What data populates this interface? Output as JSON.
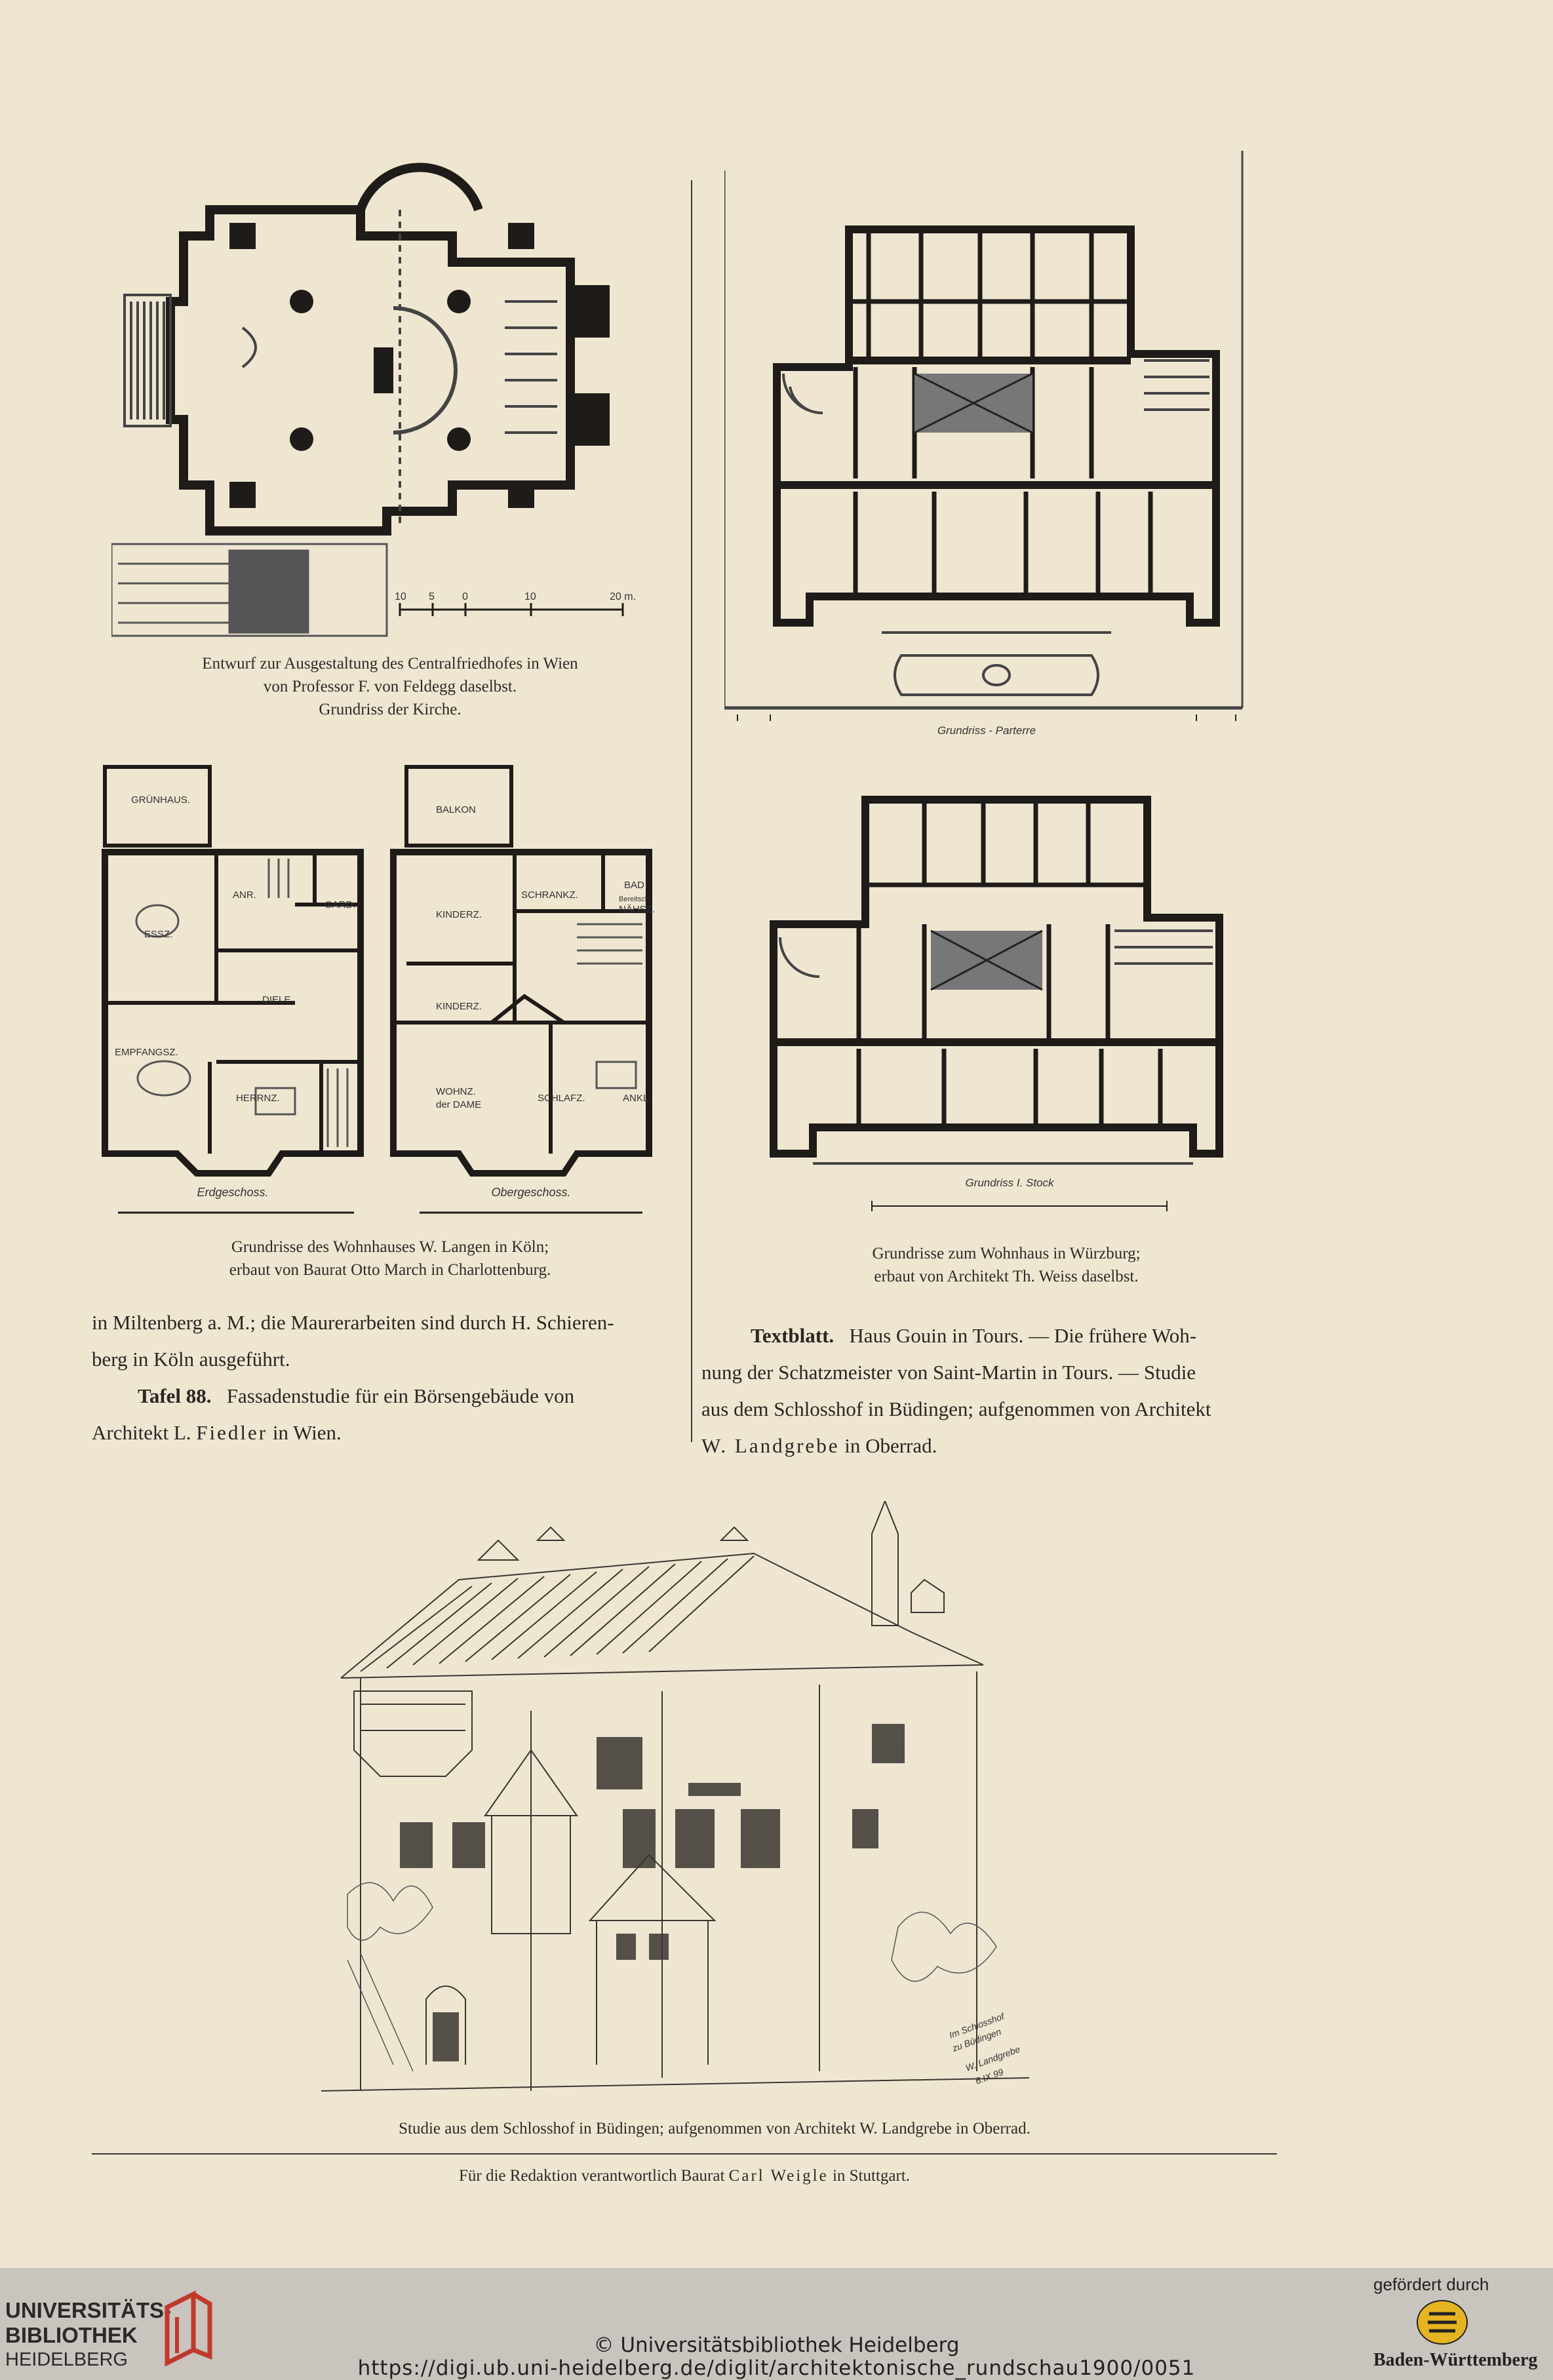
{
  "figures": {
    "church": {
      "caption_lines": [
        "Entwurf zur Ausgestaltung des Centralfriedhofes in Wien",
        "von Professor F. von Feldegg daselbst.",
        "Grundriss der Kirche."
      ],
      "scale_labels": [
        "10",
        "5",
        "0",
        "10",
        "20 m."
      ]
    },
    "langen": {
      "caption_lines": [
        "Grundrisse des Wohnhauses W. Langen in Köln;",
        "erbaut von Baurat Otto March in Charlottenburg."
      ],
      "ground_title": "Erdgeschoss.",
      "upper_title": "Obergeschoss.",
      "ground_rooms": [
        "GRÜNHAUS.",
        "ANR.",
        "GARD.",
        "ESSZ.",
        "DIELE.",
        "EMPFANGSZ.",
        "HERRNZ."
      ],
      "upper_rooms": [
        "BALKON",
        "KINDERZ.",
        "SCHRANKZ.",
        "BAD",
        "Bereitsch.",
        "NÄHSZ.",
        "KINDERZ.",
        "WOHNZ.",
        "der DAME",
        "SCHLAFZ.",
        "ANKL."
      ]
    },
    "weiss": {
      "caption_lines": [
        "Grundrisse zum Wohnhaus in Würzburg;",
        "erbaut von Architekt Th. Weiss daselbst."
      ],
      "upper_plan_label": "Grundriss - Parterre",
      "lower_plan_label": "Grundriss I. Stock"
    },
    "sketch": {
      "caption": "Studie aus dem Schlosshof in Büdingen; aufgenommen von Architekt W. Landgrebe in Oberrad.",
      "signature_lines": [
        "Im Schlosshof",
        "zu Büdingen",
        "W. Landgrebe",
        "6.IX.99"
      ]
    }
  },
  "text_left": {
    "line1": "in Miltenberg a. M.; die Maurerarbeiten sind durch H. Schieren-",
    "line2": "berg in Köln ausgeführt.",
    "plate_label": "Tafel 88.",
    "plate_text": "Fassadenstudie für ein Börsengebäude von",
    "architect_prefix": "Architekt L.",
    "architect_name": "Fiedler",
    "architect_suffix": "in Wien."
  },
  "text_right": {
    "label": "Textblatt.",
    "line1": "Haus Gouin in Tours. — Die frühere Woh-",
    "line2": "nung der Schatzmeister von Saint-Martin in Tours. — Studie",
    "line3": "aus dem Schlosshof in Büdingen; aufgenommen von Architekt",
    "name": "W. Landgrebe",
    "line4_suffix": "in Oberrad."
  },
  "editor_note": {
    "prefix": "Für die Redaktion verantwortlich Baurat",
    "name": "Carl Weigle",
    "suffix": "in Stuttgart."
  },
  "footer": {
    "logo_line1": "UNIVERSITÄTS-",
    "logo_line2": "BIBLIOTHEK",
    "logo_line3": "HEIDELBERG",
    "copyright": "© Universitätsbibliothek Heidelberg",
    "url": "https://digi.ub.uni-heidelberg.de/diglit/architektonische_rundschau1900/0051",
    "funded_by": "gefördert durch",
    "funder": "Baden-Württemberg"
  },
  "colors": {
    "paper": "#efe6d2",
    "ink": "#2a2622",
    "footer_bg": "#c9c4bd",
    "logo_red": "#c0392b",
    "bw_gold": "#e6b422"
  }
}
